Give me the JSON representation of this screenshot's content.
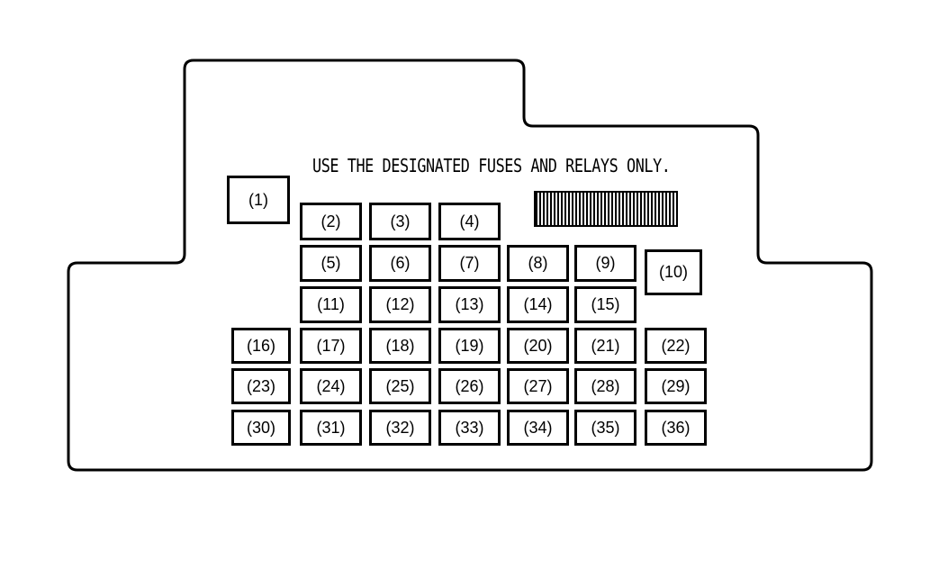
{
  "notice": "USE THE DESIGNATED FUSES AND RELAYS ONLY.",
  "fuses": [
    "(1)",
    "(2)",
    "(3)",
    "(4)",
    "(5)",
    "(6)",
    "(7)",
    "(8)",
    "(9)",
    "(10)",
    "(11)",
    "(12)",
    "(13)",
    "(14)",
    "(15)",
    "(16)",
    "(17)",
    "(18)",
    "(19)",
    "(20)",
    "(21)",
    "(22)",
    "(23)",
    "(24)",
    "(25)",
    "(26)",
    "(27)",
    "(28)",
    "(29)",
    "(30)",
    "(31)",
    "(32)",
    "(33)",
    "(34)",
    "(35)",
    "(36)"
  ]
}
